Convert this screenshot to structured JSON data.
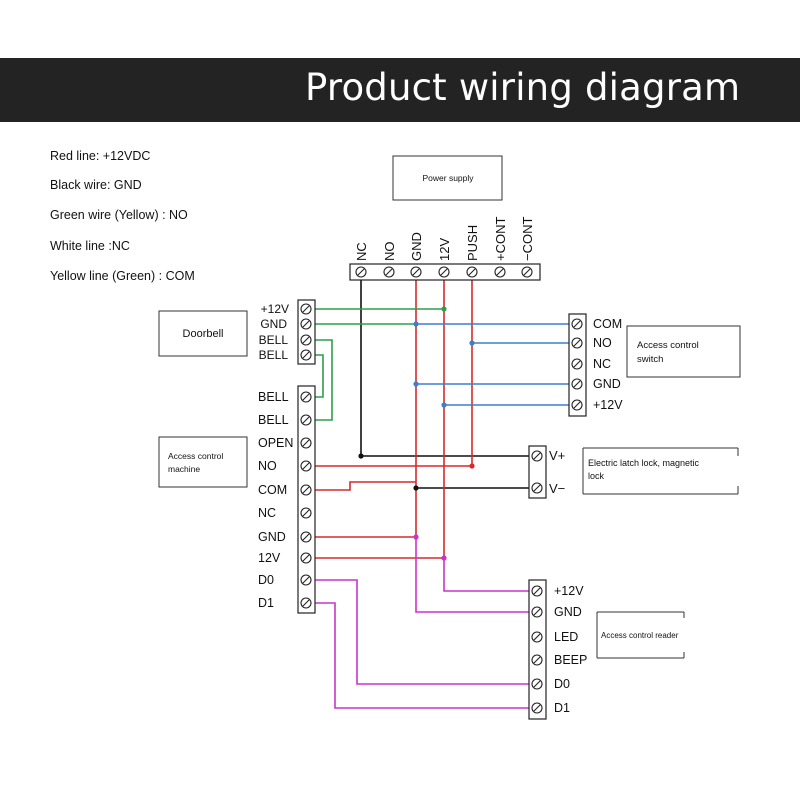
{
  "header": {
    "title": "Product wiring diagram"
  },
  "legend": [
    "Red line: +12VDC",
    "Black wire: GND",
    "Green wire (Yellow) : NO",
    "White line :NC",
    "Yellow line (Green) : COM"
  ],
  "boxes": {
    "power_supply": "Power supply",
    "doorbell": "Doorbell",
    "access_control_machine": [
      "Access control",
      "machine"
    ],
    "access_control_switch": [
      "Access control",
      "switch"
    ],
    "electric_lock": [
      "Electric latch lock, magnetic",
      "lock"
    ],
    "access_control_reader": "Access control reader"
  },
  "terminals": {
    "power_supply": [
      "NC",
      "NO",
      "GND",
      "12V",
      "PUSH",
      "+CONT",
      "−CONT"
    ],
    "doorbell": [
      "+12V",
      "GND",
      "BELL",
      "BELL"
    ],
    "machine": [
      "BELL",
      "BELL",
      "OPEN",
      "NO",
      "COM",
      "NC",
      "GND",
      "12V",
      "D0",
      "D1"
    ],
    "switch": [
      "COM",
      "NO",
      "NC",
      "GND",
      "+12V"
    ],
    "lock": [
      "V+",
      "V−"
    ],
    "reader": [
      "+12V",
      "GND",
      "LED",
      "BEEP",
      "D0",
      "D1"
    ]
  },
  "colors": {
    "red": "#d62b2b",
    "green": "#2e9e4a",
    "blue": "#3b7fd1",
    "magenta": "#cc33cc",
    "black": "#111111",
    "title_bg": "#232323"
  },
  "icons": {
    "terminal_screw": "screw-terminal-icon"
  }
}
